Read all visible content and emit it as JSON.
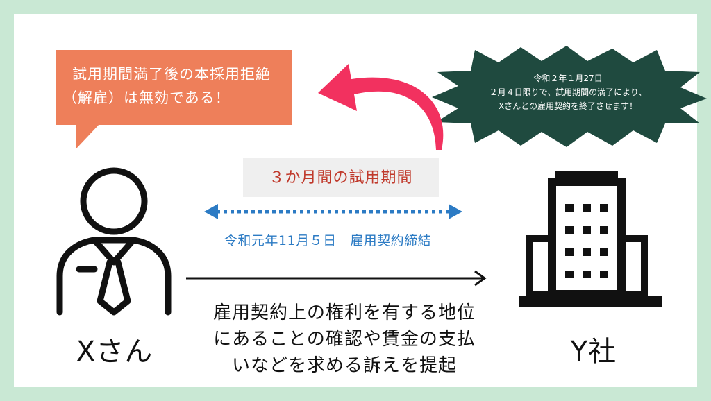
{
  "callout": {
    "line1": "試用期間満了後の本採用拒絶",
    "line2": "（解雇）は無効である！"
  },
  "notice": {
    "line1": "令和２年１月27日",
    "line2": "２月４日限りで、試用期間の満了により、",
    "line3": "Xさんとの雇用契約を終了させます！"
  },
  "trial_period_label": "３か月間の試用期間",
  "contract_date_label": "令和元年11月５日　雇用契約締結",
  "lawsuit": {
    "line1": "雇用契約上の権利を有する地位",
    "line2": "にあることの確認や賃金の支払",
    "line3": "いなどを求める訴えを提起"
  },
  "person_label": "Xさん",
  "company_label": "Y社",
  "colors": {
    "background": "#c9e8d4",
    "callout": "#ee7f5a",
    "notice_star": "#1f4a3f",
    "curved_arrow": "#f2315f",
    "trial_label": "#c0392b",
    "contract_text": "#2c7bc4",
    "icon_line": "#111111"
  },
  "icons": {
    "person": "person-in-suit-icon",
    "company": "office-building-icon",
    "curved_arrow": "curved-arrow-icon",
    "double_arrow": "double-arrow-icon",
    "lawsuit_arrow": "right-arrow-icon"
  }
}
